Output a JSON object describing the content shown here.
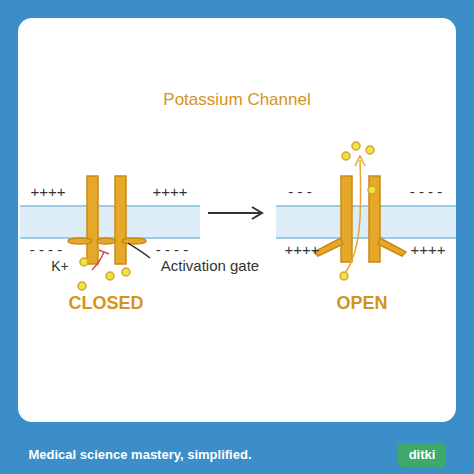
{
  "diagram": {
    "title": "Potassium Channel",
    "labels": [
      "++++",
      "++++",
      "- - - -",
      "- - - -",
      "K+",
      "Activation gate",
      "CLOSED",
      "- - -",
      "- - - -",
      "++++",
      "++++",
      "OPEN",
      "Medical science mastery, simplified.",
      "ditki"
    ]
  }
}
